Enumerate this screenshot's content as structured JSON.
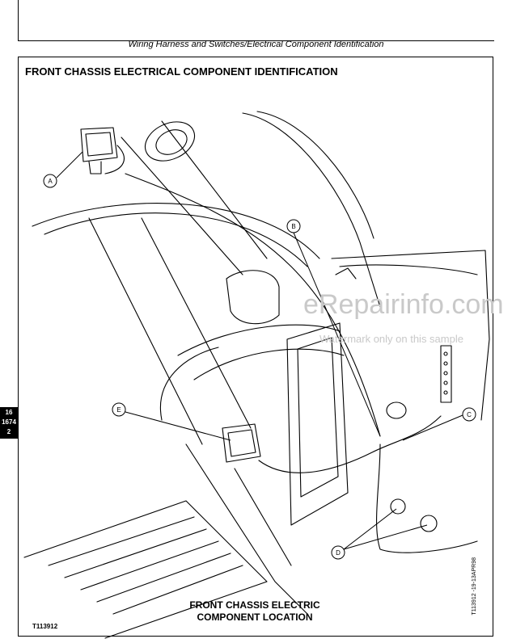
{
  "header": {
    "running_title": "Wiring Harness and Switches/Electrical Component Identification"
  },
  "section": {
    "title": "FRONT CHASSIS ELECTRICAL COMPONENT IDENTIFICATION"
  },
  "tab": {
    "line1": "16",
    "line2": "1674",
    "line3": "2"
  },
  "figure": {
    "caption_line1": "FRONT CHASSIS ELECTRIC",
    "caption_line2": "COMPONENT LOCATION",
    "id": "T113912",
    "side_code": "T113912 -19-13APR98",
    "callouts": [
      "A",
      "B",
      "C",
      "D",
      "E"
    ]
  },
  "watermark": {
    "line1": "eRepairinfo.com",
    "line2": "Watermark only on this sample"
  }
}
